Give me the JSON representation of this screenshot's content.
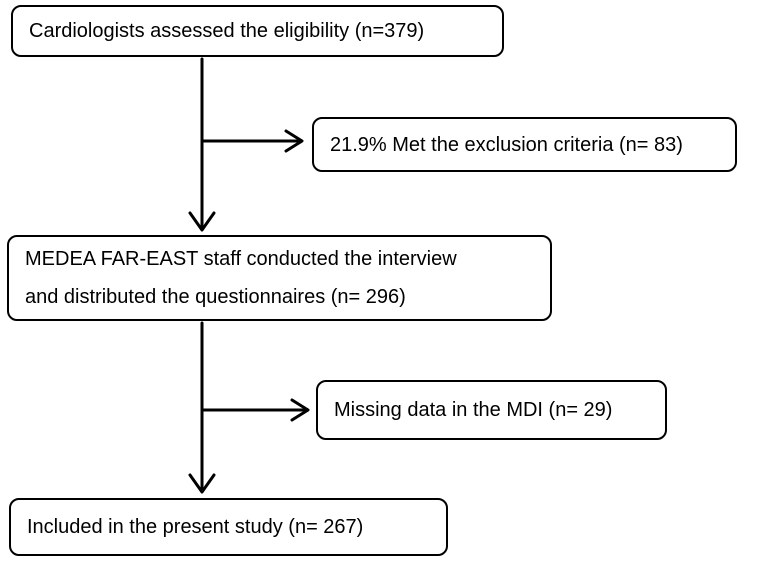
{
  "flowchart": {
    "step1": "Cardiologists assessed the eligibility (n=379)",
    "exclusion": "21.9% Met the exclusion criteria (n= 83)",
    "step2_line1": "MEDEA FAR-EAST staff conducted the interview",
    "step2_line2": "and distributed the questionnaires (n= 296)",
    "missing": "Missing data in the MDI (n= 29)",
    "step3": "Included in the present study (n= 267)"
  }
}
